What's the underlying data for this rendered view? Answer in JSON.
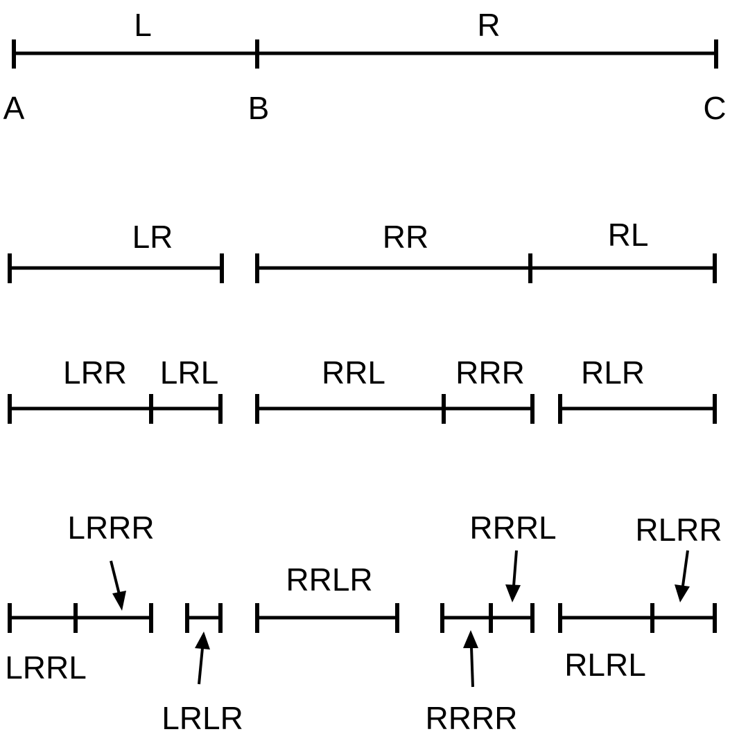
{
  "row1": {
    "labels": {
      "l": "L",
      "r": "R",
      "a": "A",
      "b": "B",
      "c": "C"
    }
  },
  "row2": {
    "labels": {
      "lr": "LR",
      "rr": "RR",
      "rl": "RL"
    }
  },
  "row3": {
    "labels": {
      "lrr": "LRR",
      "lrl": "LRL",
      "rrl": "RRL",
      "rrr": "RRR",
      "rlr": "RLR"
    }
  },
  "row4": {
    "labels": {
      "lrrr": "LRRR",
      "rrrl": "RRRL",
      "rlrr": "RLRR",
      "rrlr": "RRLR",
      "lrrl": "LRRL",
      "rlrl": "RLRL",
      "lrlr": "LRLR",
      "rrrr": "RRRR"
    }
  }
}
